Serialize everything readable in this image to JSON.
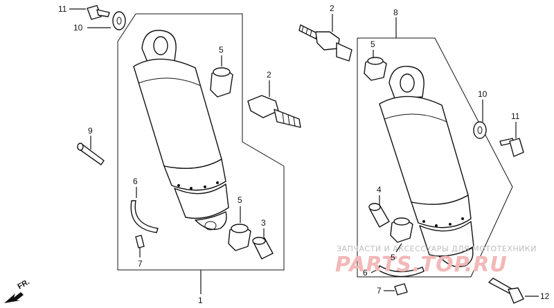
{
  "labels": {
    "p1": "1",
    "p2a": "2",
    "p2b": "2",
    "p3": "3",
    "p4": "4",
    "p5a": "5",
    "p5b": "5",
    "p5c": "5",
    "p5d": "5",
    "p6a": "6",
    "p6b": "6",
    "p7a": "7",
    "p7b": "7",
    "p8": "8",
    "p9": "9",
    "p10a": "10",
    "p10b": "10",
    "p11a": "11",
    "p11b": "11",
    "p12": "12"
  },
  "direction_label": "FR.",
  "watermark": {
    "top_text": "ЗАПЧАСТИ И АКСЕССУАРЫ ДЛЯ МОТОТЕХНИКИ",
    "brand": "PARTS.TOP.RU"
  }
}
